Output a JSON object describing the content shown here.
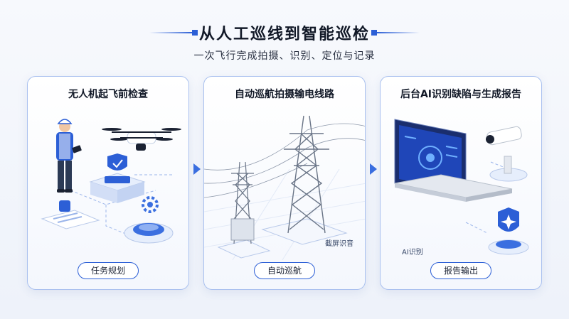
{
  "header": {
    "title": "从人工巡线到智能巡检",
    "subtitle": "一次飞行完成拍摄、识别、定位与记录"
  },
  "cards": [
    {
      "title": "无人机起飞前检查",
      "pill": "任务规划"
    },
    {
      "title": "自动巡航拍摄输电线路",
      "pill": "自动巡航",
      "art_label": "截屏识音"
    },
    {
      "title": "后台AI识别缺陷与生成报告",
      "pill": "报告输出",
      "art_label": "AI识别"
    }
  ],
  "colors": {
    "accent": "#2c5fd6",
    "border": "#a9c0ef",
    "light_blue": "#dfe9fb"
  }
}
